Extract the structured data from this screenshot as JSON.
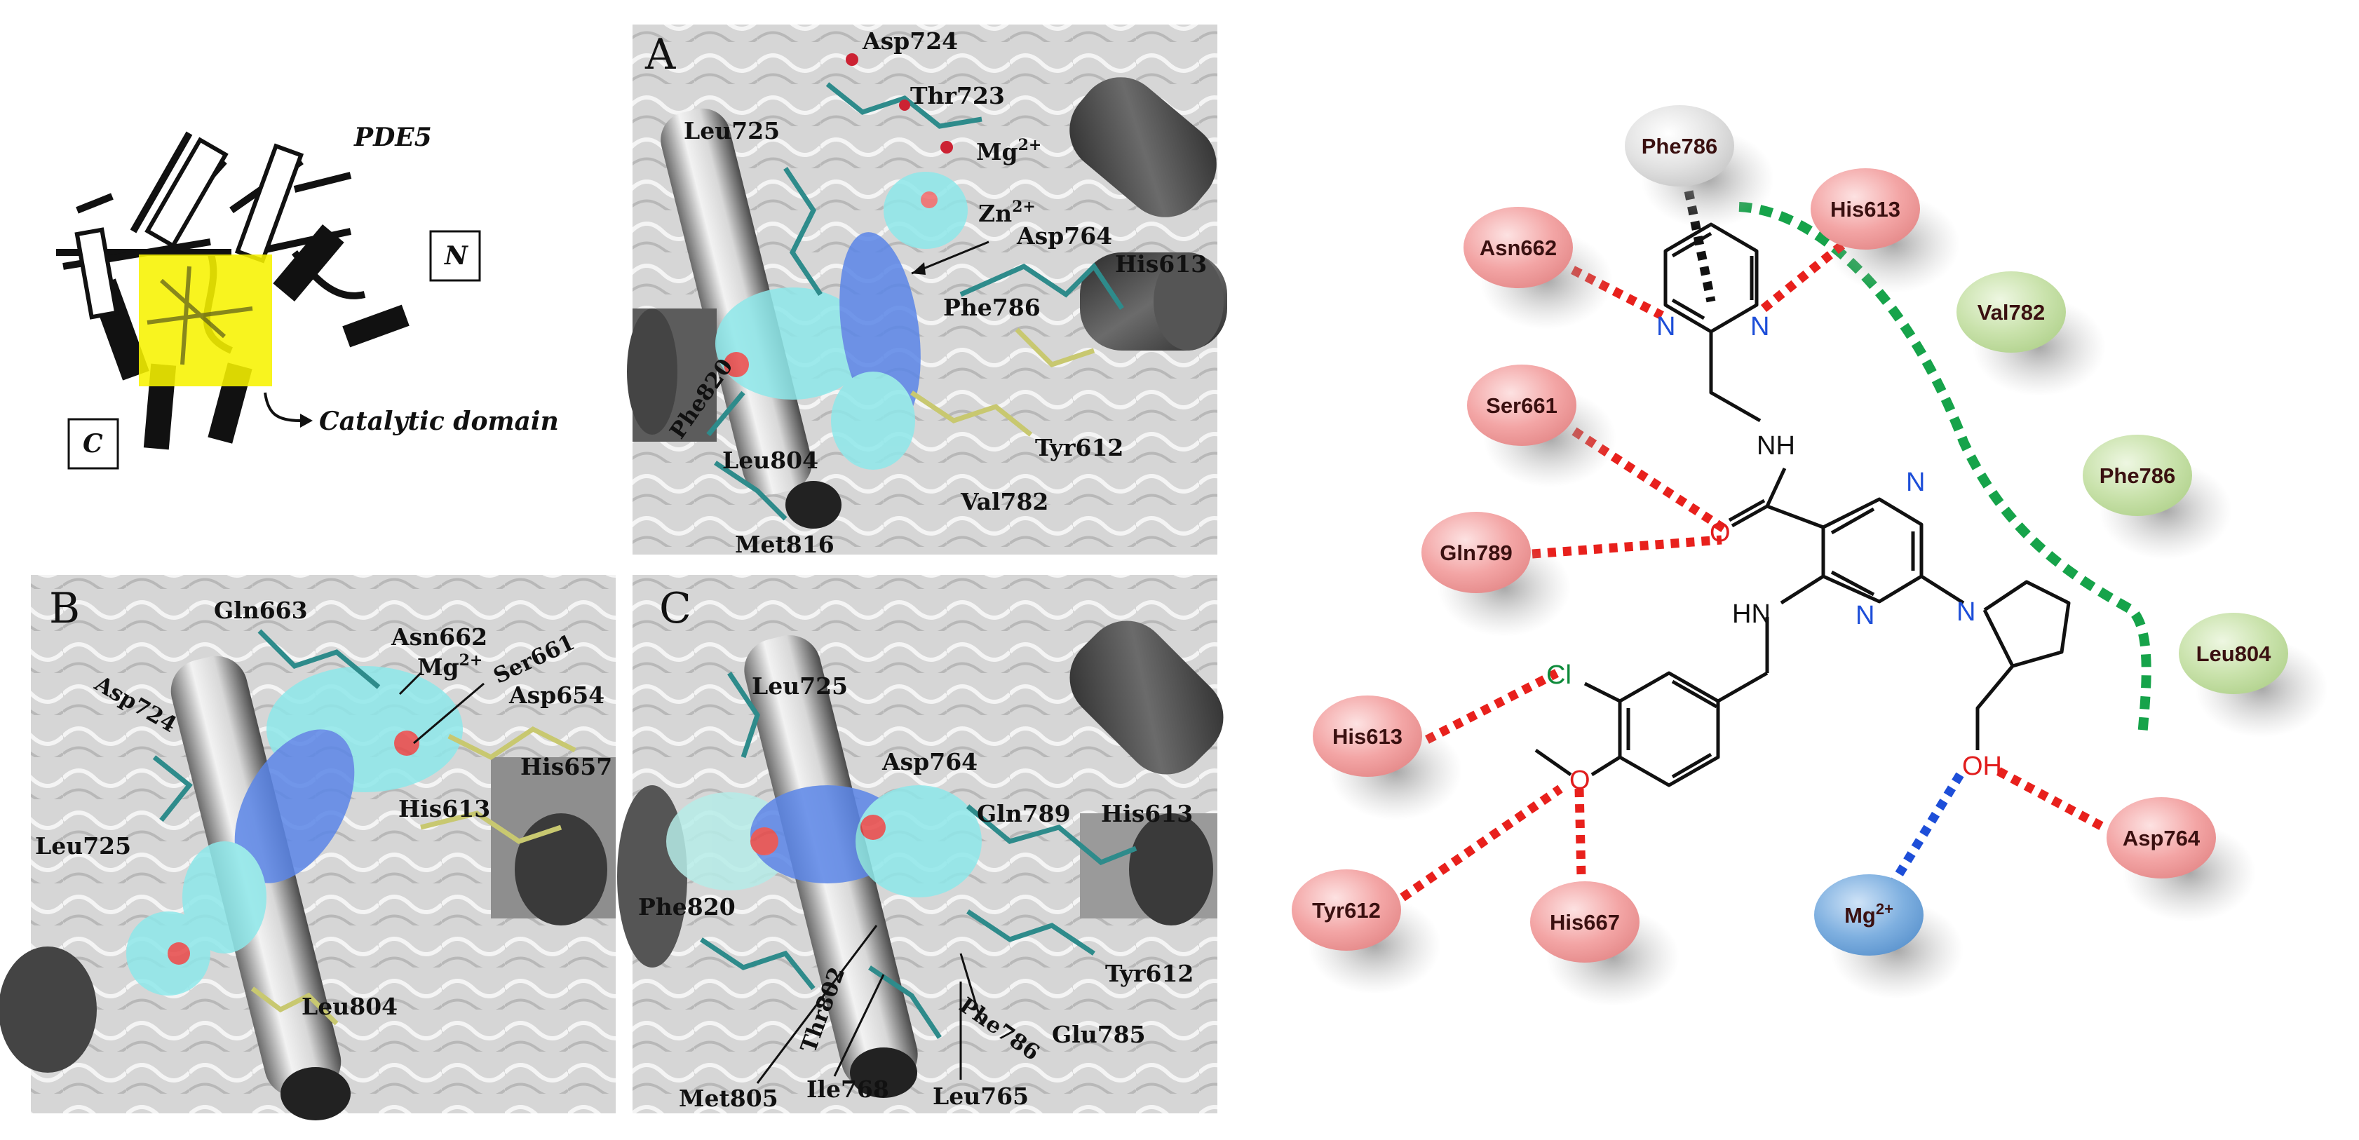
{
  "colors": {
    "hbond": "#e8201c",
    "hydrophobic": "#16a34a",
    "pi": "#111111",
    "metal": "#1d4ed8",
    "residue_polar": "#f4a6a6",
    "residue_hydrophobic": "#c6e0a8",
    "residue_grey": "#dddddd",
    "residue_metal": "#7fb2e5",
    "nitrogen": "#1d4ed8",
    "oxygen": "#e11d1d",
    "chlorine": "#0e8a3a",
    "highlight": "#f7f200",
    "surface": "#cfcfcf"
  },
  "overview": {
    "title": "PDE5",
    "n_label": "N",
    "c_label": "C",
    "domain_label": "Catalytic domain"
  },
  "panelA": {
    "label": "A",
    "residues": [
      "Asp724",
      "Thr723",
      "Leu725",
      "Mg",
      "Zn",
      "Asp764",
      "His613",
      "Phe786",
      "Phe820",
      "Leu804",
      "Tyr612",
      "Val782",
      "Met816"
    ]
  },
  "panelB": {
    "label": "B",
    "residues": [
      "Gln663",
      "Asn662",
      "Mg",
      "Ser661",
      "Asp654",
      "Asp724",
      "His657",
      "His613",
      "Leu725",
      "Leu804"
    ]
  },
  "panelC": {
    "label": "C",
    "residues": [
      "Leu725",
      "Asp764",
      "Gln789",
      "His613",
      "Phe820",
      "Tyr612",
      "Thr802",
      "Phe786",
      "Glu785",
      "Met805",
      "Ile768",
      "Leu765"
    ]
  },
  "ion_superscripts": {
    "Mg": "2+",
    "Zn": "2+"
  },
  "interaction_map": {
    "residues": [
      {
        "name": "Phe786",
        "type": "grey"
      },
      {
        "name": "His613",
        "type": "polar"
      },
      {
        "name": "Asn662",
        "type": "polar"
      },
      {
        "name": "Val782",
        "type": "hydrophobic"
      },
      {
        "name": "Ser661",
        "type": "polar"
      },
      {
        "name": "Phe786",
        "type": "hydrophobic"
      },
      {
        "name": "Gln789",
        "type": "polar"
      },
      {
        "name": "Leu804",
        "type": "hydrophobic"
      },
      {
        "name": "His613",
        "type": "polar"
      },
      {
        "name": "Asp764",
        "type": "polar"
      },
      {
        "name": "Tyr612",
        "type": "polar"
      },
      {
        "name": "His667",
        "type": "polar"
      },
      {
        "name": "Mg",
        "type": "metal",
        "sup": "2+"
      }
    ],
    "atoms": {
      "N": "N",
      "NH": "NH",
      "HN": "HN",
      "O": "O",
      "OH": "OH",
      "Cl": "Cl"
    }
  }
}
